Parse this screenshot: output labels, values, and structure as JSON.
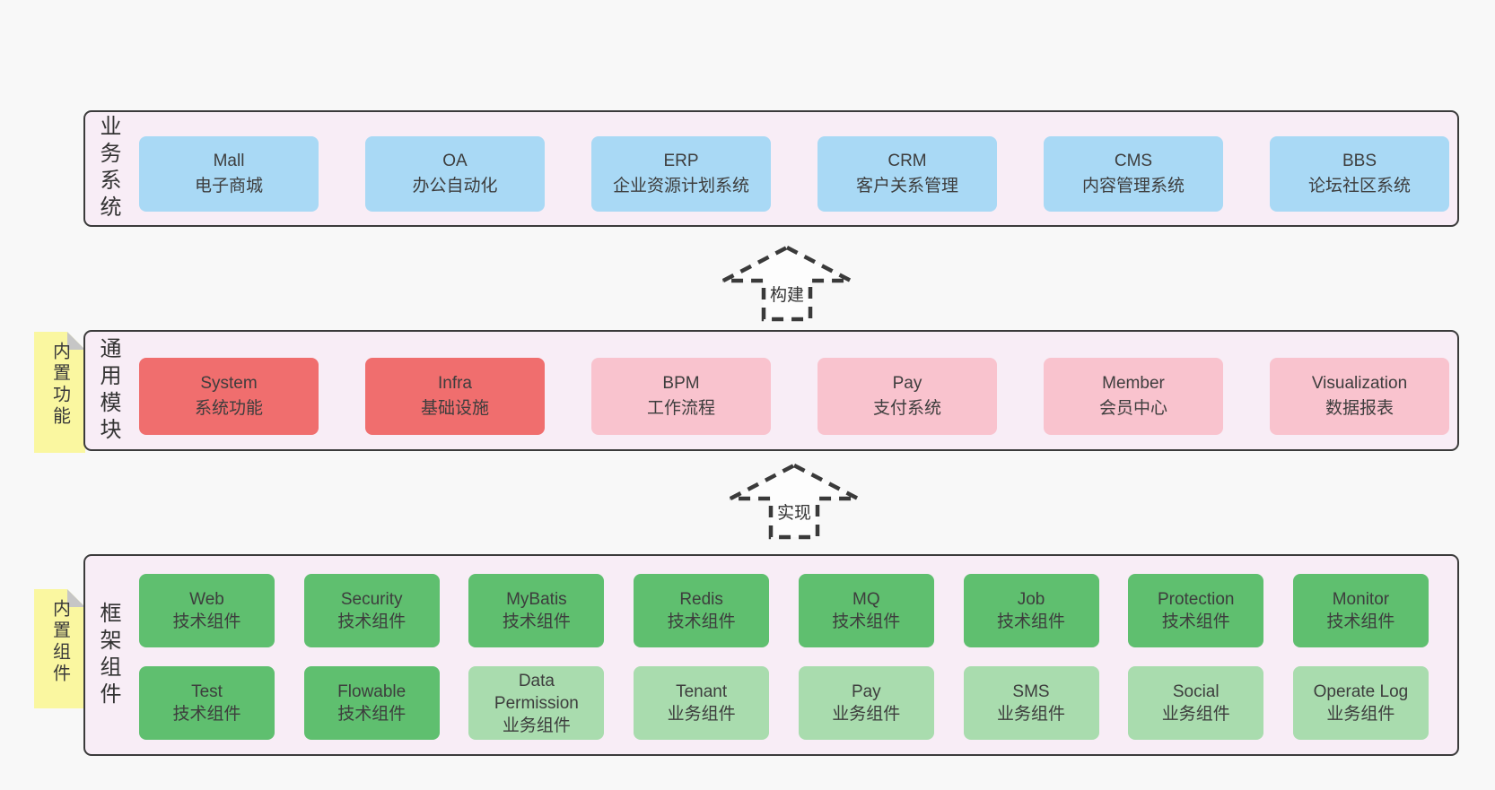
{
  "page": {
    "background": "#f8f8f8"
  },
  "colors": {
    "band_background": "#f8edf6",
    "band_border": "#3b3b3b",
    "blue_box": "#a9d9f5",
    "red_box": "#f06e6e",
    "pink_box": "#f9c3ce",
    "green_box": "#5fbf6f",
    "light_green_box": "#a9dcae",
    "sticky_note": "#faf7a0",
    "sticky_fold": "#c6c6c6",
    "text": "#3d3d3d"
  },
  "band_business": {
    "label": "业务系统",
    "boxes": [
      {
        "en": "Mall",
        "zh": "电子商城"
      },
      {
        "en": "OA",
        "zh": "办公自动化"
      },
      {
        "en": "ERP",
        "zh": "企业资源计划系统"
      },
      {
        "en": "CRM",
        "zh": "客户关系管理"
      },
      {
        "en": "CMS",
        "zh": "内容管理系统"
      },
      {
        "en": "BBS",
        "zh": "论坛社区系统"
      }
    ]
  },
  "arrow_build": {
    "label": "构建"
  },
  "band_modules": {
    "label": "通用模块",
    "sticky": "内置功能",
    "boxes": [
      {
        "en": "System",
        "zh": "系统功能"
      },
      {
        "en": "Infra",
        "zh": "基础设施"
      },
      {
        "en": "BPM",
        "zh": "工作流程"
      },
      {
        "en": "Pay",
        "zh": "支付系统"
      },
      {
        "en": "Member",
        "zh": "会员中心"
      },
      {
        "en": "Visualization",
        "zh": "数据报表"
      }
    ]
  },
  "arrow_implement": {
    "label": "实现"
  },
  "band_framework": {
    "label": "框架组件",
    "sticky": "内置组件",
    "row1": [
      {
        "en": "Web",
        "zh": "技术组件"
      },
      {
        "en": "Security",
        "zh": "技术组件"
      },
      {
        "en": "MyBatis",
        "zh": "技术组件"
      },
      {
        "en": "Redis",
        "zh": "技术组件"
      },
      {
        "en": "MQ",
        "zh": "技术组件"
      },
      {
        "en": "Job",
        "zh": "技术组件"
      },
      {
        "en": "Protection",
        "zh": "技术组件"
      },
      {
        "en": "Monitor",
        "zh": "技术组件"
      }
    ],
    "row2": [
      {
        "en": "Test",
        "zh": "技术组件"
      },
      {
        "en": "Flowable",
        "zh": "技术组件"
      },
      {
        "en": "Data Permission",
        "zh": "业务组件"
      },
      {
        "en": "Tenant",
        "zh": "业务组件"
      },
      {
        "en": "Pay",
        "zh": "业务组件"
      },
      {
        "en": "SMS",
        "zh": "业务组件"
      },
      {
        "en": "Social",
        "zh": "业务组件"
      },
      {
        "en": "Operate Log",
        "zh": "业务组件"
      }
    ]
  }
}
